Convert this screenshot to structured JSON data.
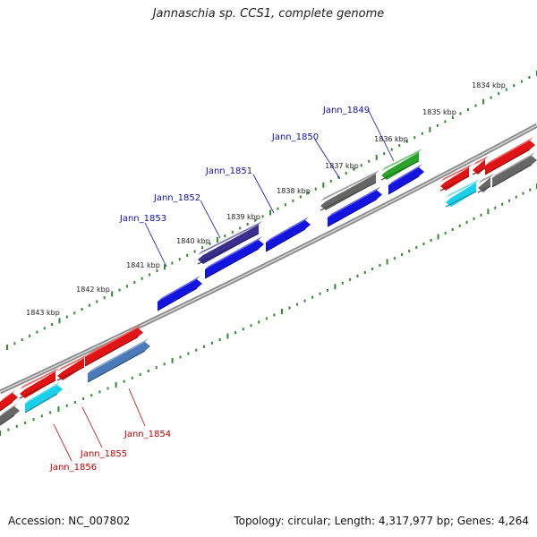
{
  "title": "Jannaschia sp. CCS1, complete genome",
  "footer": {
    "accession": "Accession: NC_007802",
    "stats": "Topology: circular; Length: 4,317,977 bp; Genes: 4,264"
  },
  "ruler": {
    "labels": [
      "1834 kbp",
      "1835 kbp",
      "1836 kbp",
      "1837 kbp",
      "1838 kbp",
      "1839 kbp",
      "1840 kbp",
      "1841 kbp",
      "1842 kbp",
      "1843 kbp"
    ]
  },
  "gene_labels": {
    "upper": [
      "Jann_1849",
      "Jann_1850",
      "Jann_1851",
      "Jann_1852",
      "Jann_1853"
    ],
    "lower": [
      "Jann_1854",
      "Jann_1855",
      "Jann_1856"
    ]
  },
  "colors": {
    "backbone": "#8a8a8a",
    "ruler_dots": "#2e8b2e",
    "upper_label": "#1010b0",
    "lower_label": "#c00000",
    "blue": "#1414e0",
    "dark_blue": "#3a2f8e",
    "gray": "#666666",
    "green": "#2aa52a",
    "red": "#e01414",
    "cyan": "#18d0ea",
    "steel_blue": "#4a7ab8"
  }
}
